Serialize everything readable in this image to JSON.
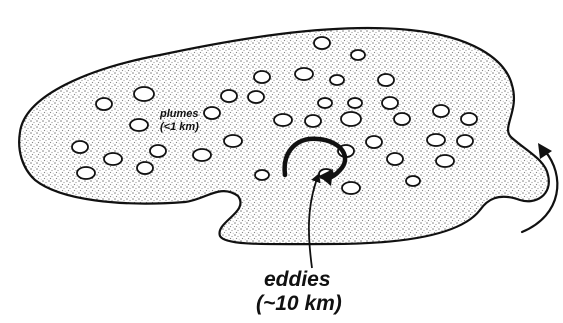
{
  "labels": {
    "plumes_line1": "plumes",
    "plumes_line2": "(<1 km)",
    "eddies_line1": "eddies",
    "eddies_line2": "(~10 km)"
  },
  "plume_count": 38,
  "colors": {
    "ink": "#111111",
    "fill": "#ffffff"
  }
}
